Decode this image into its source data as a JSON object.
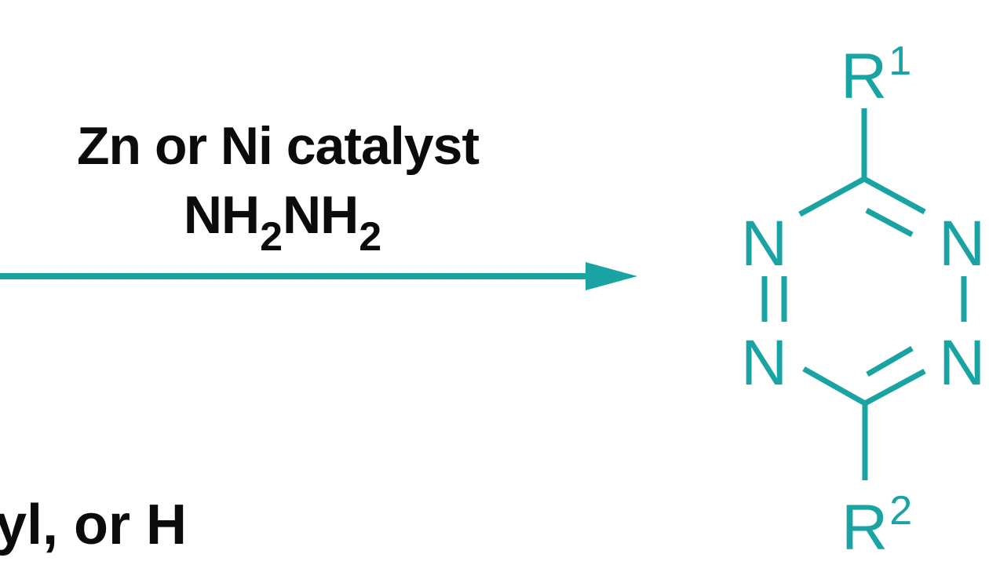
{
  "reaction": {
    "conditions": {
      "catalyst_label": "Zn or Ni catalyst",
      "reagent": {
        "parts": [
          "NH",
          "2",
          "NH",
          "2"
        ],
        "full": "NH2NH2"
      }
    },
    "substituent_note_visible": "yl, or H",
    "arrow": {
      "color": "#1aa3a3",
      "direction": "right"
    },
    "product": {
      "name": "1,2,4,5-tetrazine",
      "color": "#1aa3a3",
      "substituents": {
        "top": {
          "symbol": "R",
          "superscript": "1"
        },
        "bottom": {
          "symbol": "R",
          "superscript": "2"
        }
      },
      "ring_atoms": {
        "upper_left": "N",
        "upper_right": "N",
        "lower_left": "N",
        "lower_right": "N"
      }
    }
  },
  "colors": {
    "accent": "#1aa3a3",
    "text": "#0b0b0b",
    "background": "#ffffff"
  }
}
